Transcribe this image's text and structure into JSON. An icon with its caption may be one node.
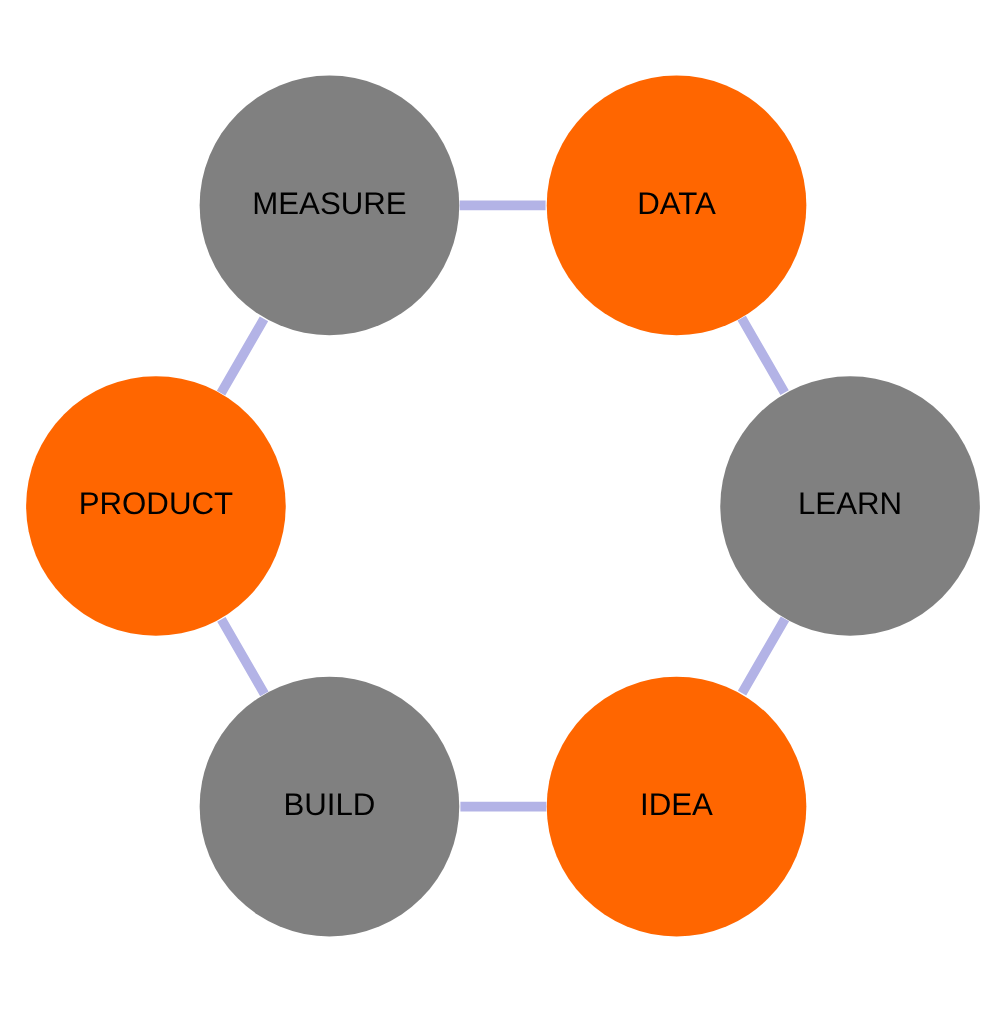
{
  "diagram": {
    "nodes": [
      {
        "text": [
          "IDEA"
        ]
      },
      {
        "text": [
          "BUILD"
        ]
      },
      {
        "text": [
          "PRODUCT"
        ]
      },
      {
        "text": [
          "MEASURE"
        ]
      },
      {
        "text": [
          "DATA"
        ]
      },
      {
        "text": [
          "LEARN"
        ]
      }
    ],
    "edges": [
      {
        "from": 0,
        "to": 1,
        "arrow": "none"
      },
      {
        "from": 1,
        "to": 2,
        "arrow": "none"
      },
      {
        "from": 2,
        "to": 3,
        "arrow": "none"
      },
      {
        "from": 3,
        "to": 4,
        "arrow": "none"
      },
      {
        "from": 4,
        "to": 5,
        "arrow": "none"
      },
      {
        "from": 5,
        "to": 0,
        "arrow": "none"
      }
    ]
  }
}
